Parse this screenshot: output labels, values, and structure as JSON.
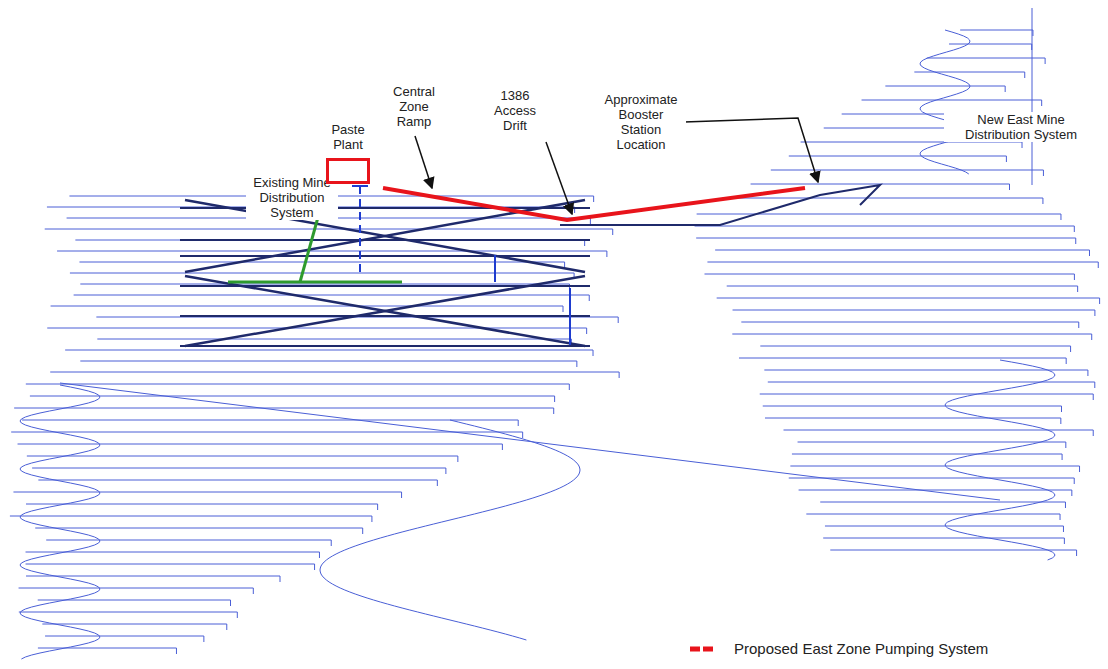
{
  "diagram": {
    "nodes": [
      {
        "text": [
          "Paste Plant"
        ]
      }
    ],
    "labels": [
      "Existing Mine Distribution System",
      "Central Zone Ramp",
      "1386 Access Drift",
      "Approximate Booster Station Location",
      "New East Mine Distribution System"
    ],
    "legend": [
      {
        "text": "Proposed East Zone Pumping System"
      }
    ]
  }
}
